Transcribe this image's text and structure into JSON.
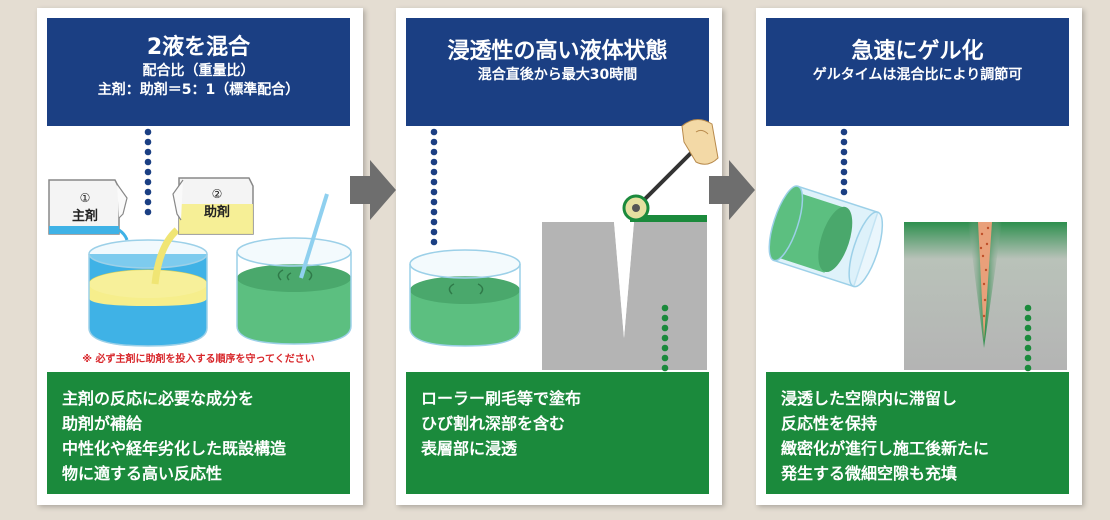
{
  "panels": [
    {
      "title": "2液を混合",
      "subtitle": "配合比（重量比）",
      "subtitle2": "主剤：助剤＝5：1（標準配合）",
      "note": "※ 必ず主剤に助剤を投入する順序を守ってください",
      "labels": {
        "bag1_num": "①",
        "bag1_name": "主剤",
        "bag2_num": "②",
        "bag2_name": "助剤"
      },
      "body": [
        "主剤の反応に必要な成分を",
        "助剤が補給",
        "中性化や経年劣化した既設構造",
        "物に適する高い反応性"
      ]
    },
    {
      "title": "浸透性の高い液体状態",
      "subtitle": "混合直後から最大30時間",
      "body": [
        "ローラー刷毛等で塗布",
        "ひび割れ深部を含む",
        "表層部に浸透"
      ]
    },
    {
      "title": "急速にゲル化",
      "subtitle": "ゲルタイムは混合比により調節可",
      "body": [
        "浸透した空隙内に滞留し",
        "反応性を保持",
        "緻密化が進行し施工後新たに",
        "発生する微細空隙も充填"
      ]
    }
  ],
  "colors": {
    "header": "#1b3f83",
    "body_box": "#1b8a3c",
    "note": "#d8262a",
    "arrow": "#6e6e6e",
    "blue_liquid": "#3fb2e6",
    "yellow_liquid": "#f6ee8c",
    "green_liquid": "#5cbf80",
    "concrete": "#b4b4b4"
  }
}
